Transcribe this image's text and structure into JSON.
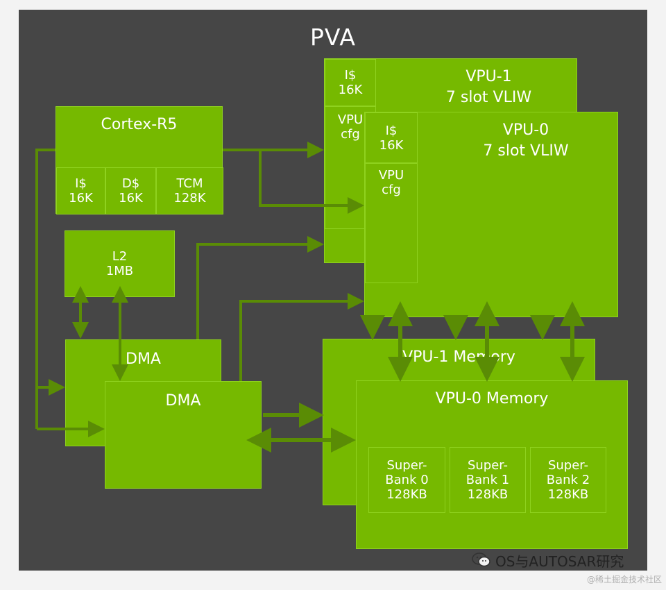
{
  "title": "PVA",
  "cortex": {
    "name": "Cortex-R5",
    "caches": [
      {
        "line1": "I$",
        "line2": "16K"
      },
      {
        "line1": "D$",
        "line2": "16K"
      },
      {
        "line1": "TCM",
        "line2": "128K"
      }
    ]
  },
  "l2": {
    "line1": "L2",
    "line2": "1MB"
  },
  "dma_back": {
    "label": "DMA"
  },
  "dma_front": {
    "label": "DMA"
  },
  "vpu1": {
    "line1": "VPU-1",
    "line2": "7 slot VLIW",
    "icache": {
      "line1": "I$",
      "line2": "16K"
    },
    "cfg": {
      "line1": "VPU",
      "line2": "cfg"
    }
  },
  "vpu0": {
    "line1": "VPU-0",
    "line2": "7 slot VLIW",
    "icache": {
      "line1": "I$",
      "line2": "16K"
    },
    "cfg": {
      "line1": "VPU",
      "line2": "cfg"
    }
  },
  "vpu1_memory": {
    "label": "VPU-1 Memory"
  },
  "vpu0_memory": {
    "label": "VPU-0 Memory",
    "superbanks": [
      {
        "line1": "Super-",
        "line2": "Bank 0",
        "line3": "128KB"
      },
      {
        "line1": "Super-",
        "line2": "Bank 1",
        "line3": "128KB"
      },
      {
        "line1": "Super-",
        "line2": "Bank 2",
        "line3": "128KB"
      }
    ]
  },
  "watermark": {
    "text": "OS与AUTOSAR研究",
    "icon": "wechat-icon"
  },
  "credit": "@稀土掘金技术社区",
  "colors": {
    "block": "#76b900",
    "wire": "#5a8c05",
    "background": "#464646"
  }
}
